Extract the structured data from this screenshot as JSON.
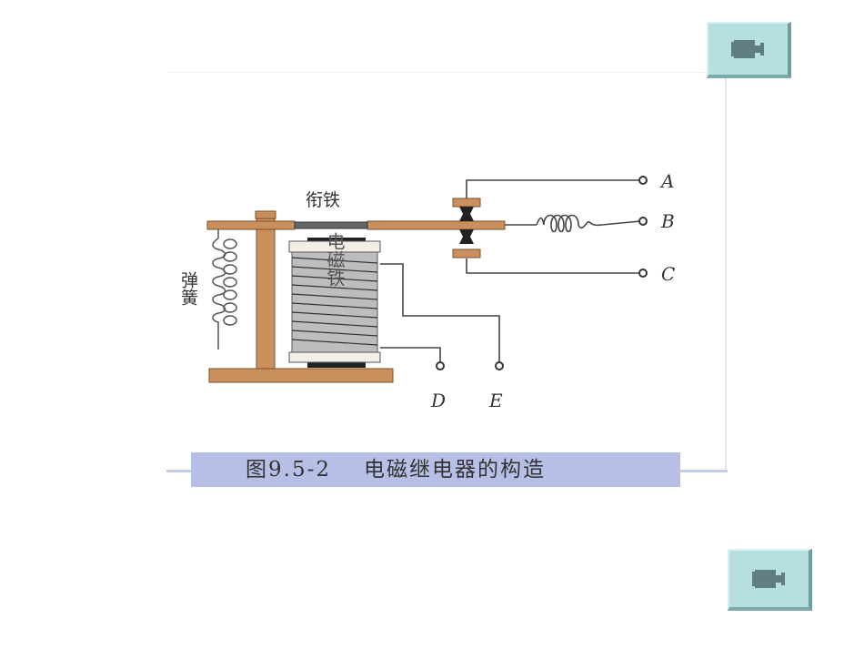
{
  "diagram": {
    "armature_label": "衔铁",
    "spring_label": "弹簧",
    "core_label": "电磁铁",
    "terminals": [
      "A",
      "B",
      "C",
      "D",
      "E"
    ],
    "caption_number": "图9.5-2",
    "caption_title": "电磁继电器的构造"
  },
  "buttons": [
    {
      "icon": "movie-camera-icon"
    },
    {
      "icon": "movie-camera-icon"
    }
  ],
  "colors": {
    "wood": "#c9905e",
    "caption_bg": "#b8bfe6",
    "button": "#b6dfe0"
  }
}
